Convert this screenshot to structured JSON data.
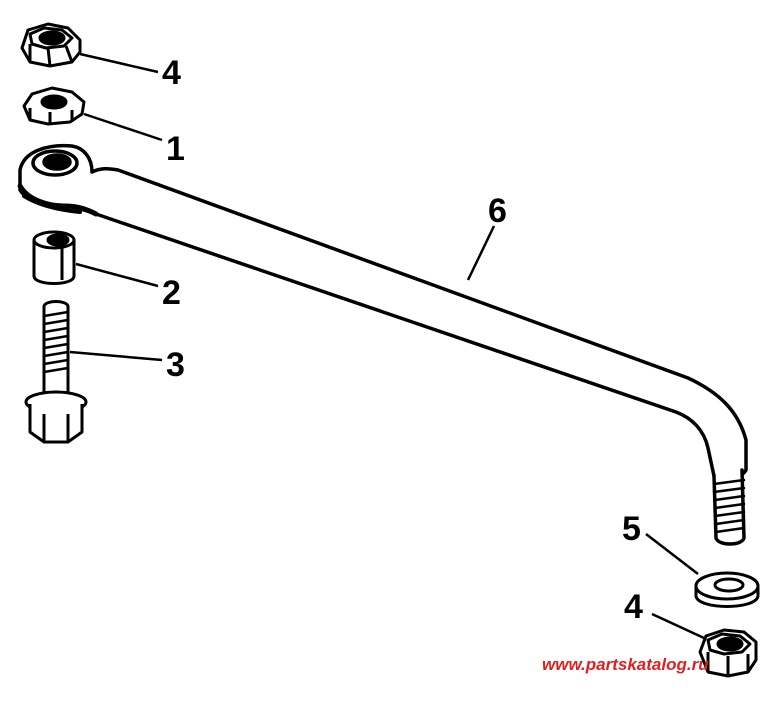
{
  "diagram": {
    "callouts": {
      "nut_top": "4",
      "hex_nut": "1",
      "spacer": "2",
      "bolt": "3",
      "link_rod": "6",
      "washer": "5",
      "nut_bottom": "4"
    },
    "watermark": "www.partskatalog.ru"
  }
}
